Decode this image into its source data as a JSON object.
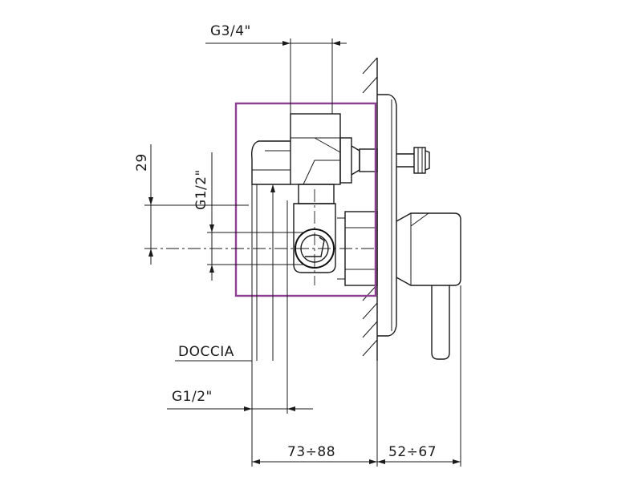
{
  "labels": {
    "top_thread": "G3/4\"",
    "dim_29": "29",
    "side_thread": "G1/2\"",
    "outlet": "DOCCIA",
    "bottom_thread": "G1/2\"",
    "depth_wall": "73÷88",
    "depth_front": "52÷67"
  },
  "colors": {
    "line": "#1a1a1a",
    "frame": "#8e3f94",
    "background": "#ffffff"
  }
}
